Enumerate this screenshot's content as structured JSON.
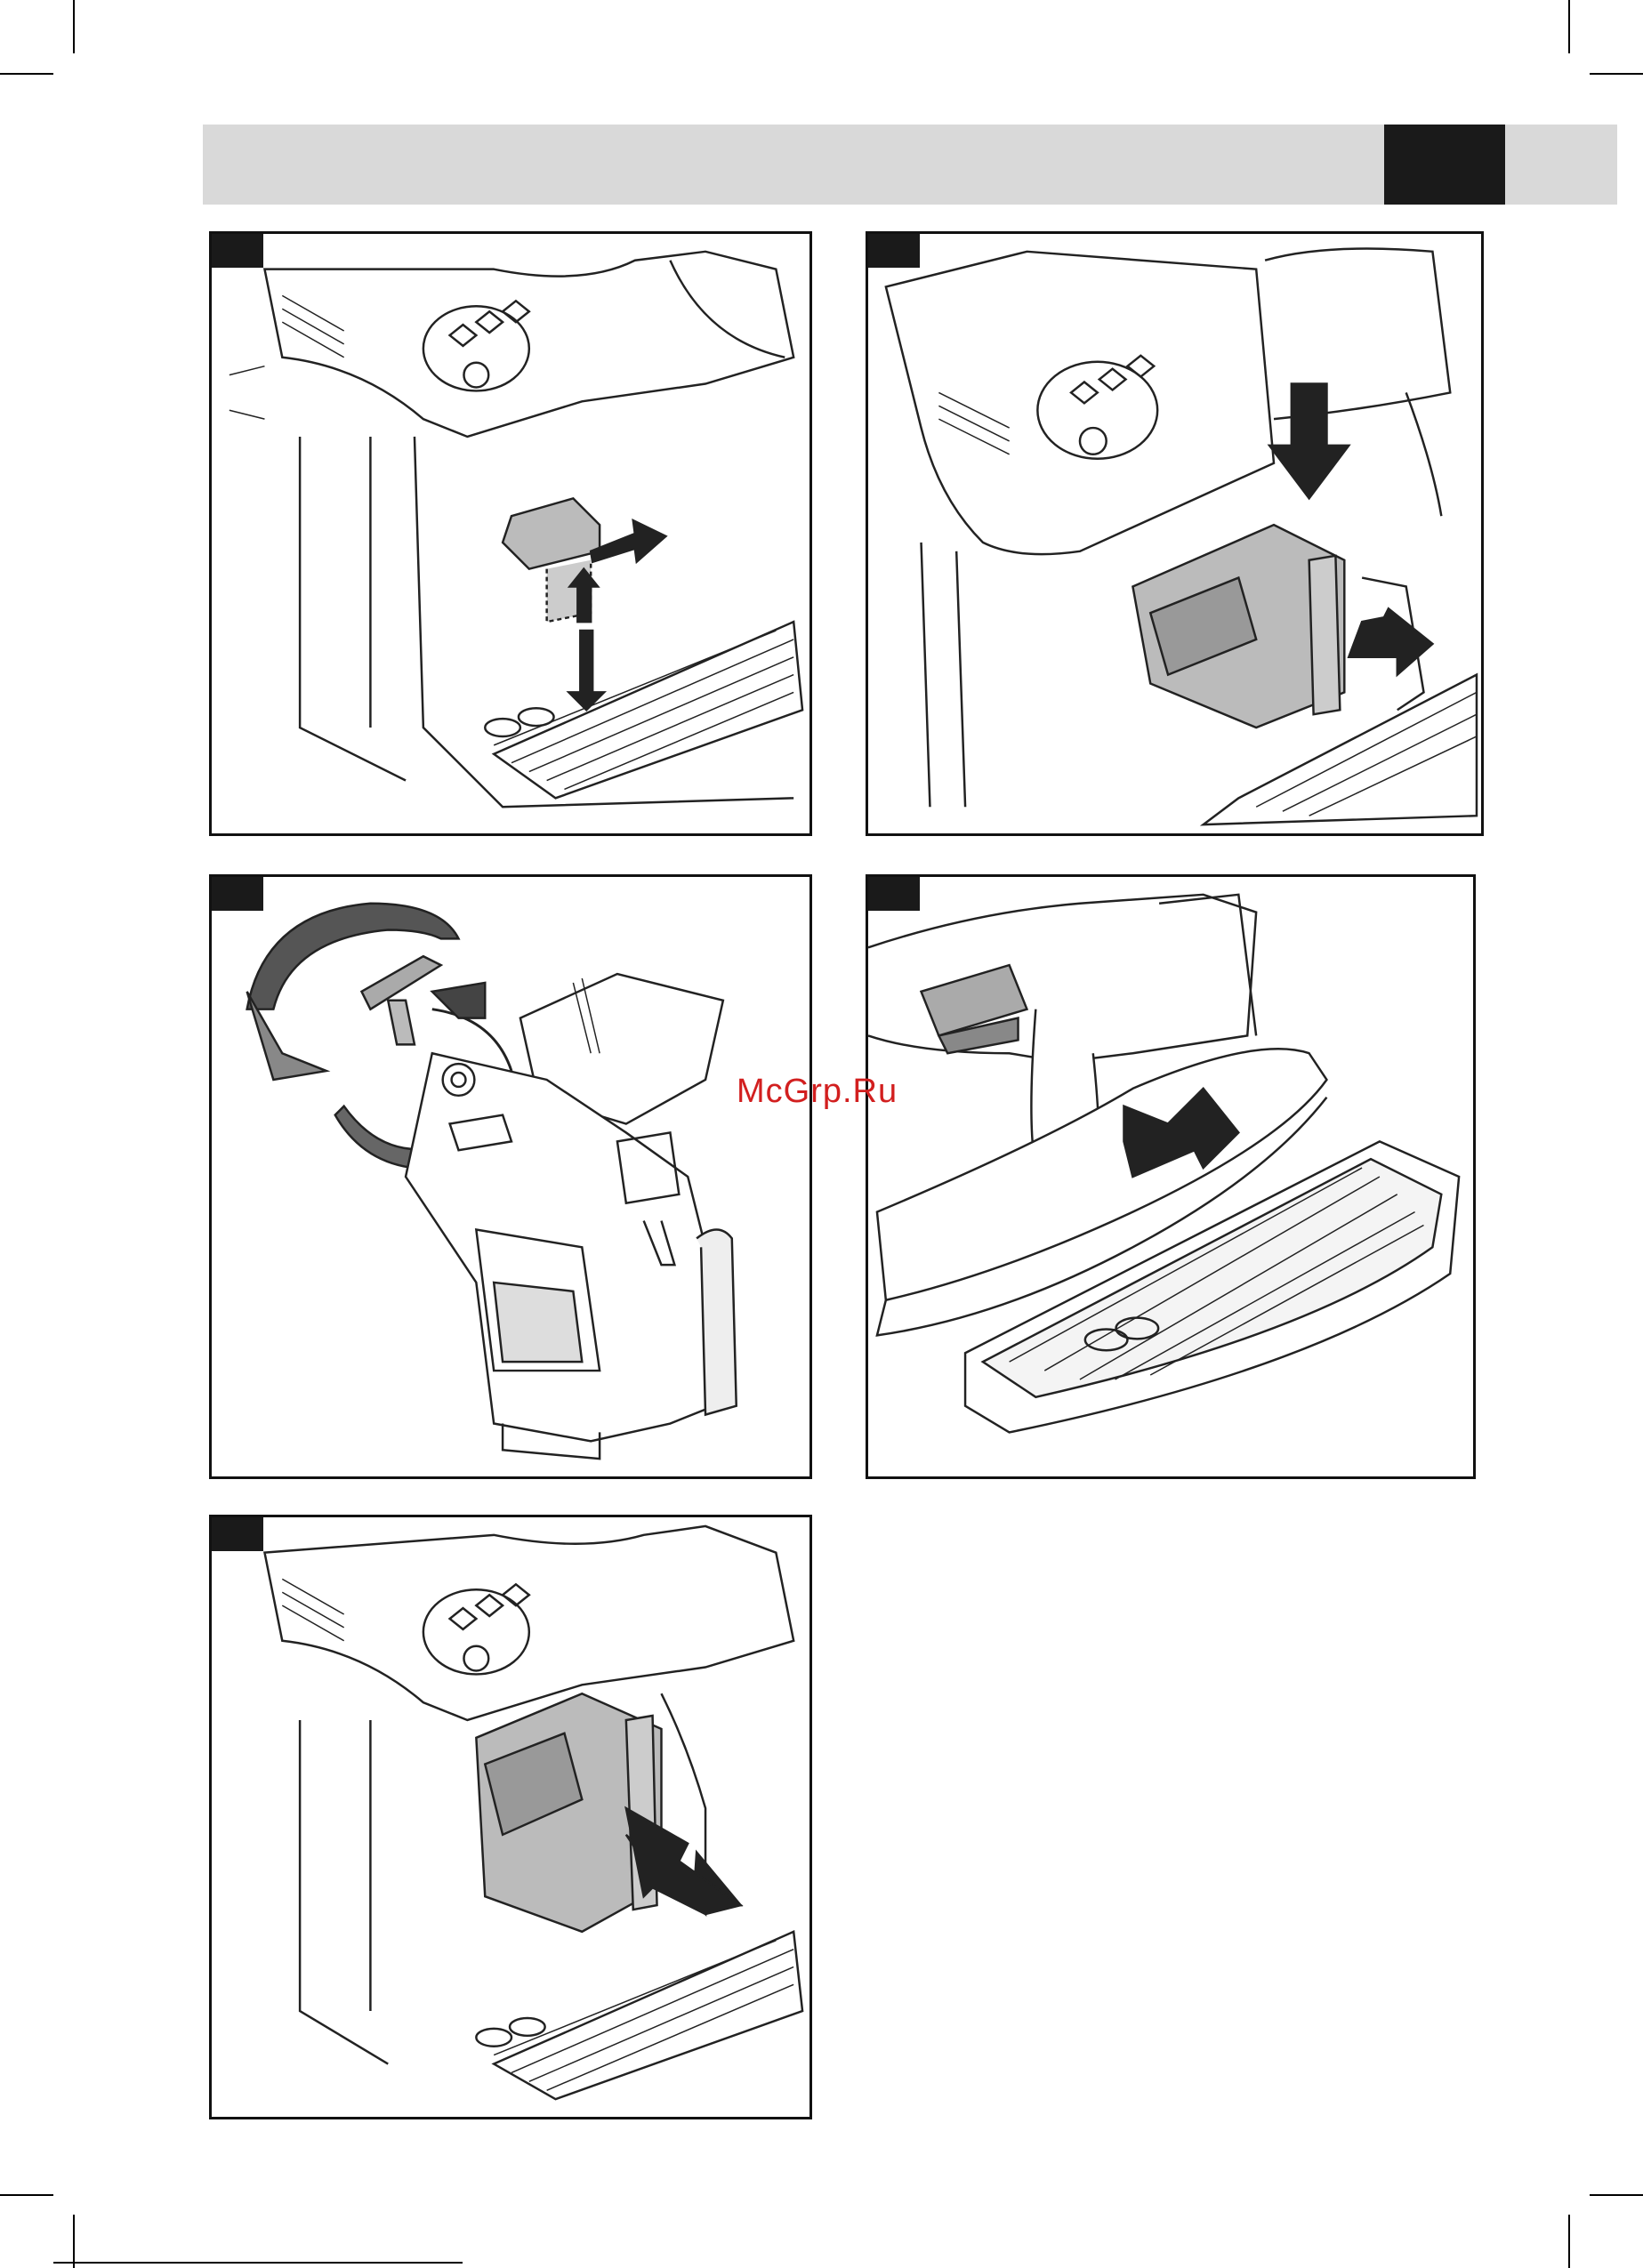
{
  "watermark": {
    "text": "McGrp.Ru",
    "color": "#d21f1f"
  },
  "panels": [
    {
      "id": "fig-1",
      "icon": "coffee-machine-remove-spout-illustration"
    },
    {
      "id": "fig-2",
      "icon": "coffee-machine-remove-brew-unit-illustration"
    },
    {
      "id": "fig-3",
      "icon": "brew-unit-rotate-illustration"
    },
    {
      "id": "fig-4",
      "icon": "drip-tray-remove-illustration"
    },
    {
      "id": "fig-5",
      "icon": "coffee-machine-insert-brew-unit-illustration"
    }
  ]
}
